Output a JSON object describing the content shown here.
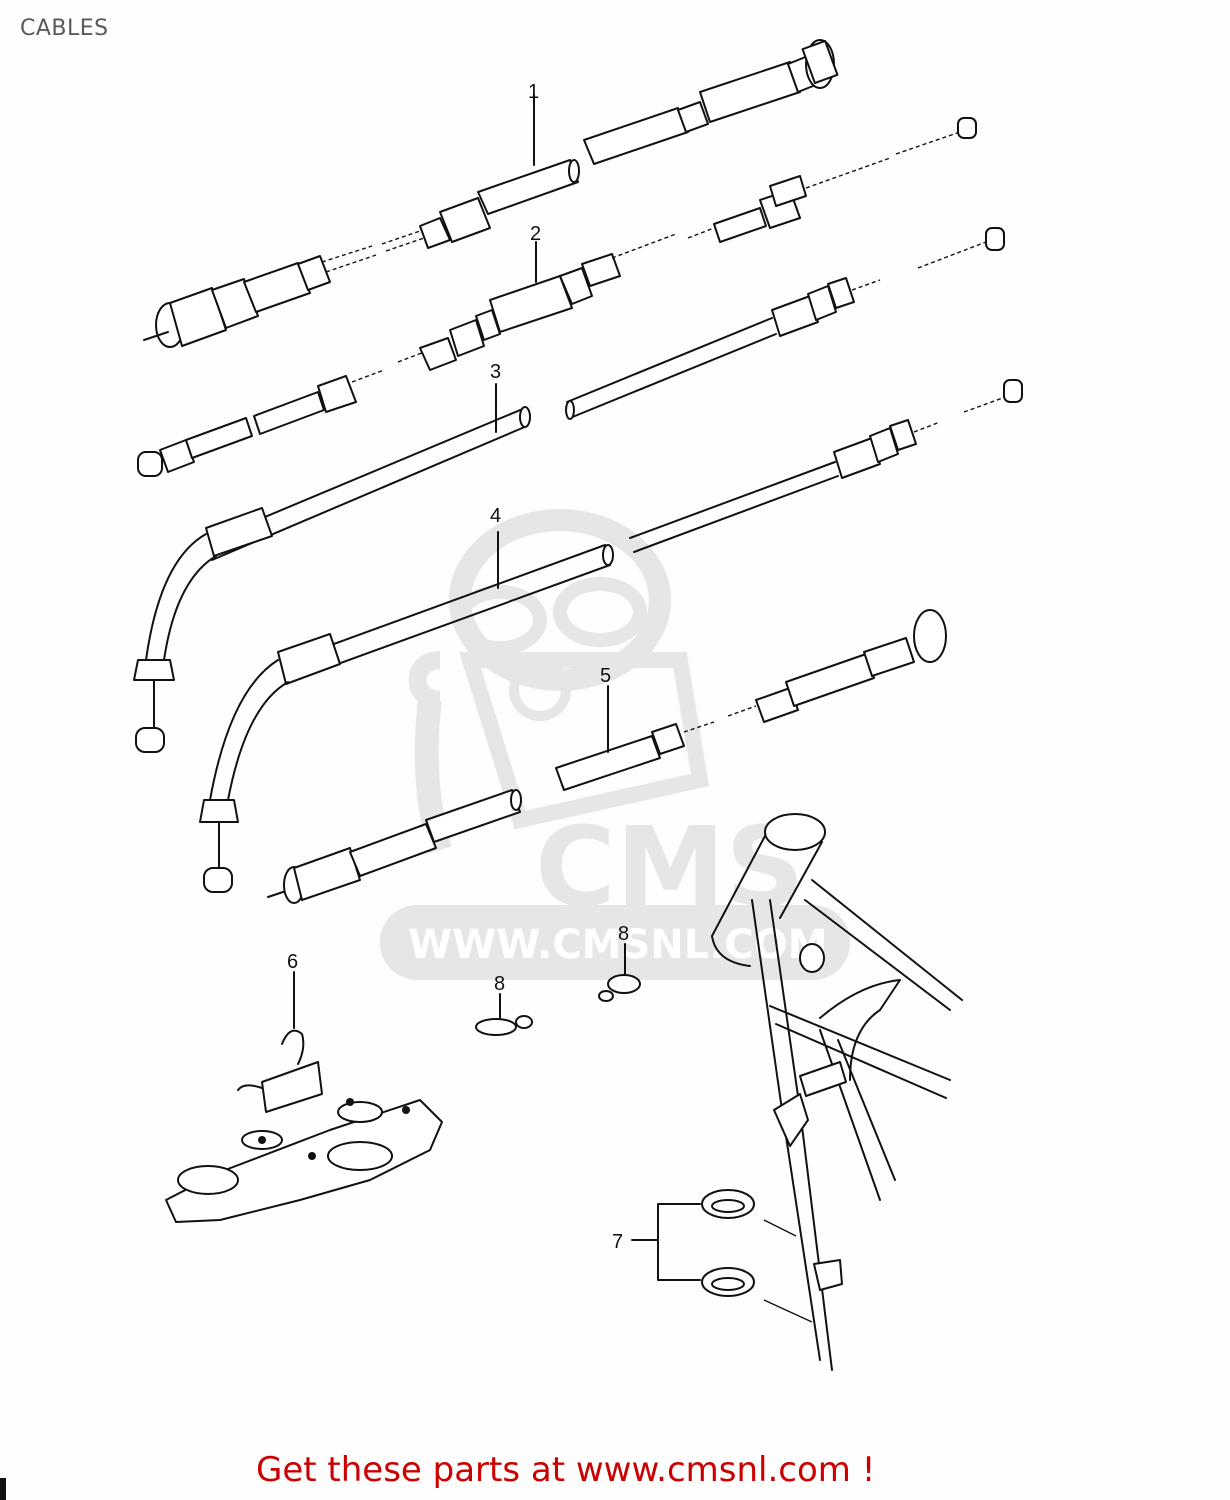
{
  "page": {
    "title": "CABLES"
  },
  "watermark": {
    "brand": "CMS",
    "url": "WWW.CMSNL.COM",
    "color": "#e6e6e6"
  },
  "diagram": {
    "callouts": [
      {
        "number": "1",
        "part": "speedometer-cable"
      },
      {
        "number": "2",
        "part": "clutch-cable"
      },
      {
        "number": "3",
        "part": "throttle-cable-a"
      },
      {
        "number": "4",
        "part": "throttle-cable-b"
      },
      {
        "number": "5",
        "part": "tachometer-cable"
      },
      {
        "number": "6",
        "part": "cable-guide-bracket"
      },
      {
        "number": "7",
        "part": "cable-clamps"
      },
      {
        "number": "8",
        "part": "wire-clip"
      },
      {
        "number": "8",
        "part": "wire-clip"
      }
    ],
    "line_color": "#111111"
  },
  "footer": {
    "link_text": "Get these parts at www.cmsnl.com !",
    "color": "#cc0000"
  }
}
